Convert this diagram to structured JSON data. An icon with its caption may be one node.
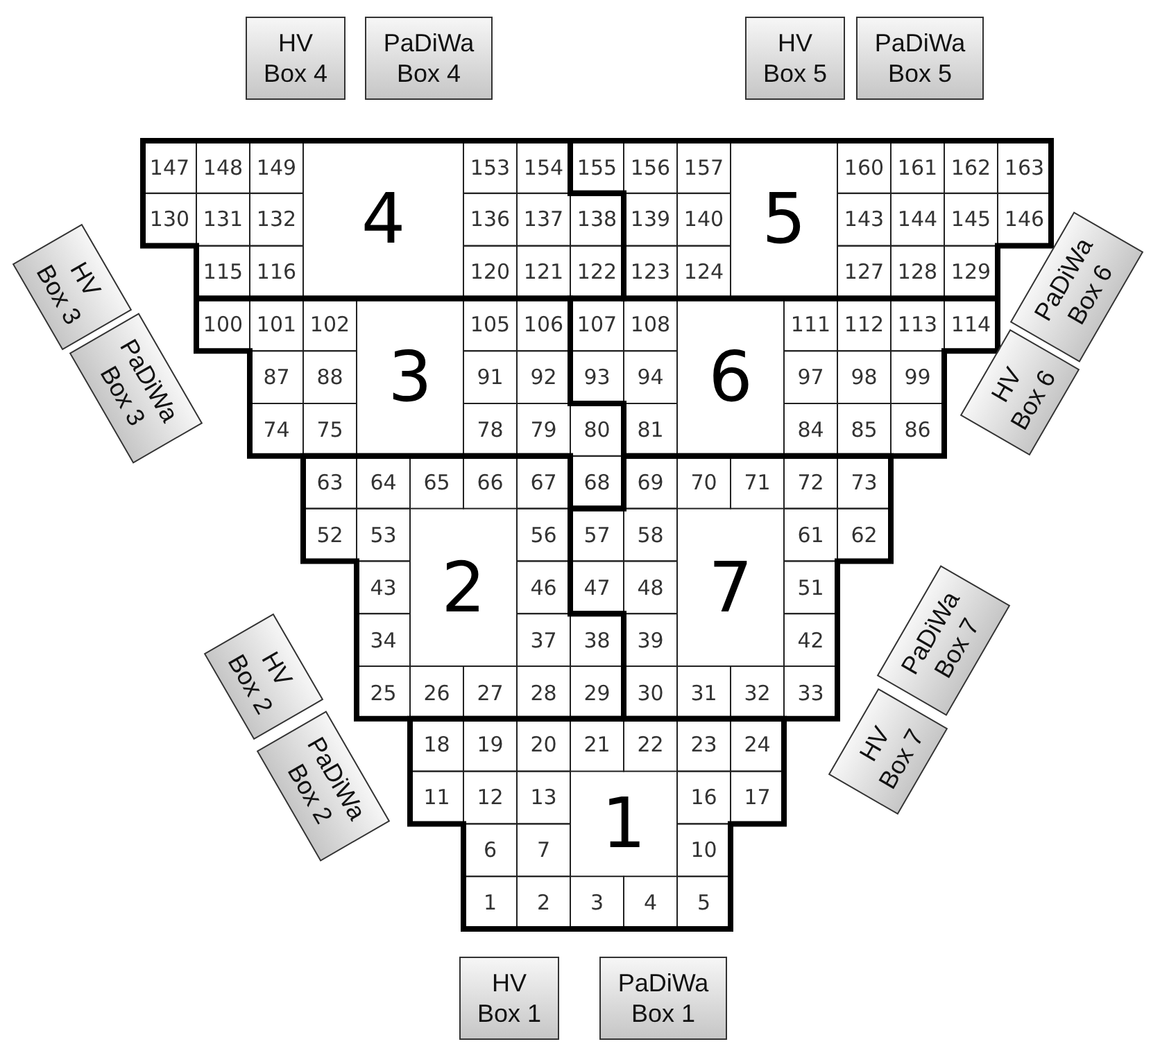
{
  "diagram": {
    "nodes": [
      {
        "text": [
          "HV Box 4"
        ]
      },
      {
        "text": [
          "PaDiWa Box 4"
        ]
      },
      {
        "text": [
          "HV Box 5"
        ]
      },
      {
        "text": [
          "PaDiWa Box 5"
        ]
      },
      {
        "text": [
          "HV Box 3"
        ]
      },
      {
        "text": [
          "PaDiWa Box 6"
        ]
      },
      {
        "text": [
          "PaDiWa Box 3"
        ]
      },
      {
        "text": [
          "HV Box 6"
        ]
      },
      {
        "text": [
          "HV Box 2"
        ]
      },
      {
        "text": [
          "PaDiWa Box 7"
        ]
      },
      {
        "text": [
          "PaDiWa Box 2"
        ]
      },
      {
        "text": [
          "HV Box 7"
        ]
      },
      {
        "text": [
          "HV Box 1"
        ]
      },
      {
        "text": [
          "PaDiWa Box 1"
        ]
      }
    ],
    "labels": [
      "147",
      "148",
      "149",
      "153",
      "154",
      "155",
      "156",
      "157",
      "160",
      "161",
      "162",
      "163",
      "130",
      "131",
      "132",
      "136",
      "137",
      "138",
      "139",
      "140",
      "143",
      "144",
      "145",
      "146",
      "115",
      "116",
      "120",
      "121",
      "122",
      "123",
      "124",
      "127",
      "128",
      "129",
      "100",
      "101",
      "102",
      "105",
      "106",
      "107",
      "108",
      "111",
      "112",
      "113",
      "114",
      "87",
      "88",
      "91",
      "92",
      "93",
      "94",
      "97",
      "98",
      "99",
      "74",
      "75",
      "78",
      "79",
      "80",
      "81",
      "84",
      "85",
      "86",
      "63",
      "64",
      "65",
      "66",
      "67",
      "68",
      "69",
      "70",
      "71",
      "72",
      "73",
      "52",
      "53",
      "56",
      "57",
      "58",
      "61",
      "62",
      "43",
      "46",
      "47",
      "48",
      "51",
      "34",
      "37",
      "38",
      "39",
      "42",
      "25",
      "26",
      "27",
      "28",
      "29",
      "30",
      "31",
      "32",
      "33",
      "18",
      "19",
      "20",
      "21",
      "22",
      "23",
      "24",
      "11",
      "12",
      "13",
      "16",
      "17",
      "6",
      "7",
      "10",
      "1",
      "2",
      "3",
      "4",
      "5",
      "4",
      "5",
      "3",
      "6",
      "2",
      "7",
      "1"
    ]
  }
}
